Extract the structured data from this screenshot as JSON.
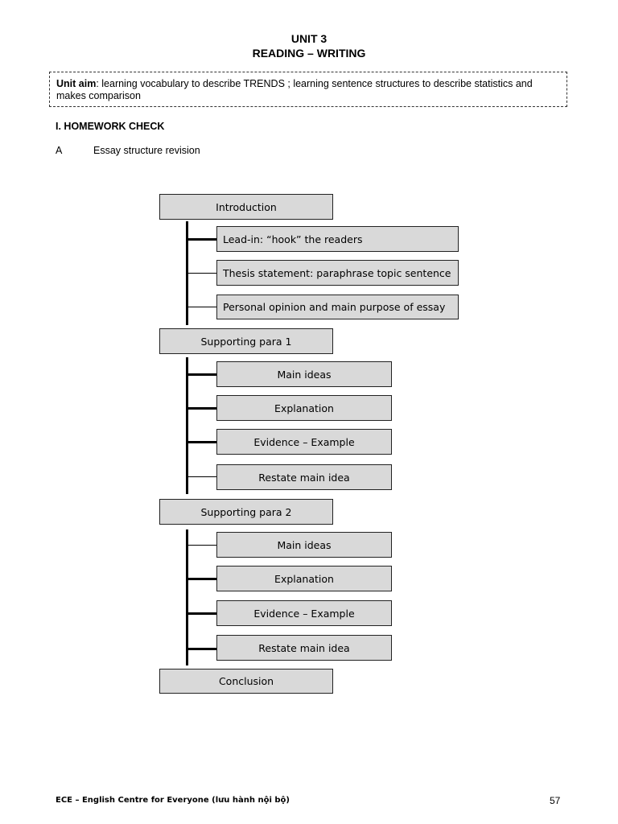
{
  "header": {
    "unit": "UNIT 3",
    "title": "READING – WRITING"
  },
  "aim": {
    "label": "Unit aim",
    "text": ": learning vocabulary to describe TRENDS ; learning sentence structures to describe statistics and makes comparison"
  },
  "section": {
    "heading": "I. HOMEWORK CHECK",
    "sub_letter": "A",
    "sub_title": "Essay structure revision"
  },
  "diagram": {
    "introduction": {
      "label": "Introduction",
      "children": [
        "Lead-in: “hook” the readers",
        "Thesis statement: paraphrase topic sentence",
        "Personal opinion and main purpose of essay"
      ]
    },
    "para1": {
      "label": "Supporting para 1",
      "children": [
        "Main ideas",
        "Explanation",
        "Evidence – Example",
        "Restate main idea"
      ]
    },
    "para2": {
      "label": "Supporting para 2",
      "children": [
        "Main ideas",
        "Explanation",
        "Evidence – Example",
        "Restate main idea"
      ]
    },
    "conclusion": {
      "label": "Conclusion"
    }
  },
  "footer": {
    "left": "ECE – English Centre for Everyone (lưu hành nội bộ)",
    "page_number": "57"
  }
}
